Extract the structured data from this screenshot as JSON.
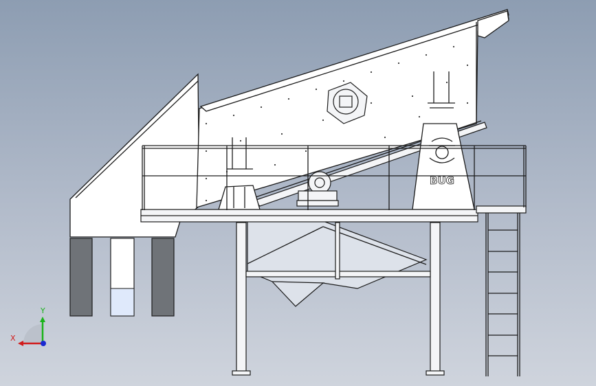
{
  "view": {
    "background_top": "#8d9db2",
    "background_bottom": "#cfd4dd"
  },
  "logo": {
    "text": "BUG"
  },
  "triad": {
    "x_label": "X",
    "y_label": "Y",
    "x_color": "#d11a1a",
    "y_color": "#19b319",
    "z_color": "#1a2ad1"
  }
}
